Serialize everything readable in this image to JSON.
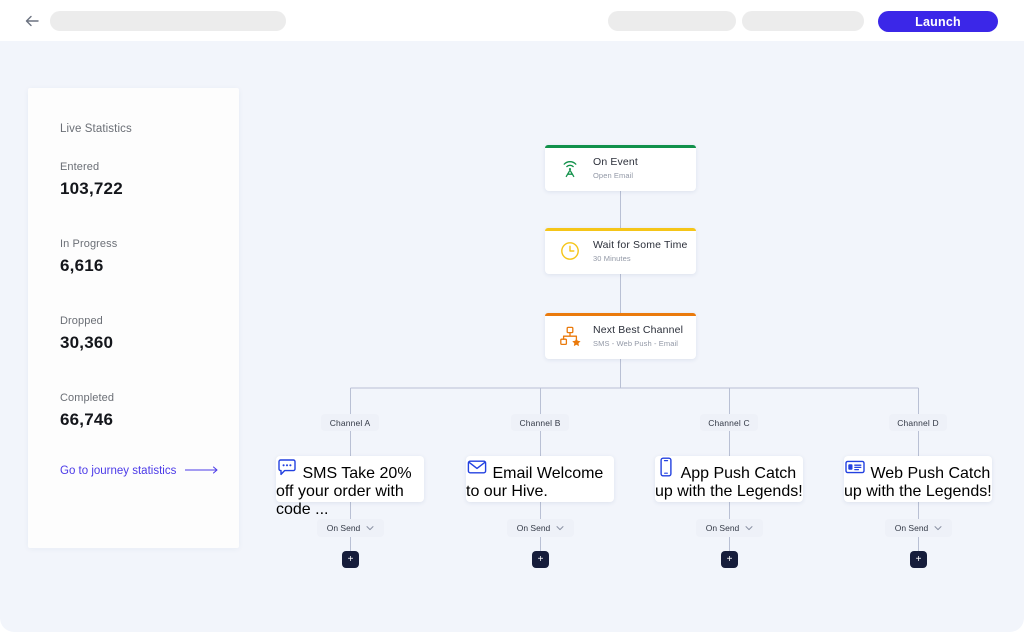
{
  "topbar": {
    "back_icon": "arrow-left-icon",
    "launch_label": "Launch",
    "launch_color": "#3b27e8",
    "skeleton_count": 3
  },
  "sidebar": {
    "title": "Live Statistics",
    "stats": [
      {
        "label": "Entered",
        "value": "103,722"
      },
      {
        "label": "In Progress",
        "value": "6,616"
      },
      {
        "label": "Dropped",
        "value": "30,360"
      },
      {
        "label": "Completed",
        "value": "66,746"
      }
    ],
    "link_label": "Go to journey statistics",
    "link_icon": "arrow-right-icon",
    "link_color": "#4b3ae8"
  },
  "flow": {
    "main_nodes": [
      {
        "title": "On Event",
        "subtitle": "Open Email",
        "accent": "#12914b",
        "icon": "broadcast-antenna-icon"
      },
      {
        "title": "Wait for Some Time",
        "subtitle": "30 Minutes",
        "accent": "#f5c518",
        "icon": "clock-icon"
      },
      {
        "title": "Next Best Channel",
        "subtitle": "SMS - Web Push - Email",
        "accent": "#ea7a0c",
        "icon": "branch-split-icon"
      }
    ],
    "branches": [
      {
        "pill": "Channel A",
        "title": "SMS",
        "subtitle": "Take 20% off your order with code ...",
        "icon": "chat-bubble-icon",
        "accent": "#2341e0",
        "trigger": "On Send",
        "trigger_icon": "chevron-down-icon",
        "add_label": "+"
      },
      {
        "pill": "Channel B",
        "title": "Email",
        "subtitle": "Welcome to our Hive.",
        "icon": "envelope-icon",
        "accent": "#2341e0",
        "trigger": "On Send",
        "trigger_icon": "chevron-down-icon",
        "add_label": "+"
      },
      {
        "pill": "Channel C",
        "title": "App Push",
        "subtitle": "Catch up with the Legends!",
        "icon": "mobile-phone-icon",
        "accent": "#2341e0",
        "trigger": "On Send",
        "trigger_icon": "chevron-down-icon",
        "add_label": "+"
      },
      {
        "pill": "Channel D",
        "title": "Web Push",
        "subtitle": "Catch up with the Legends!",
        "icon": "browser-window-icon",
        "accent": "#2341e0",
        "trigger": "On Send",
        "trigger_icon": "chevron-down-icon",
        "add_label": "+"
      }
    ]
  },
  "theme": {
    "canvas_bg": "#f2f5fb",
    "panel_bg": "#fdfdfd",
    "wire_color": "#b9c0d4"
  }
}
